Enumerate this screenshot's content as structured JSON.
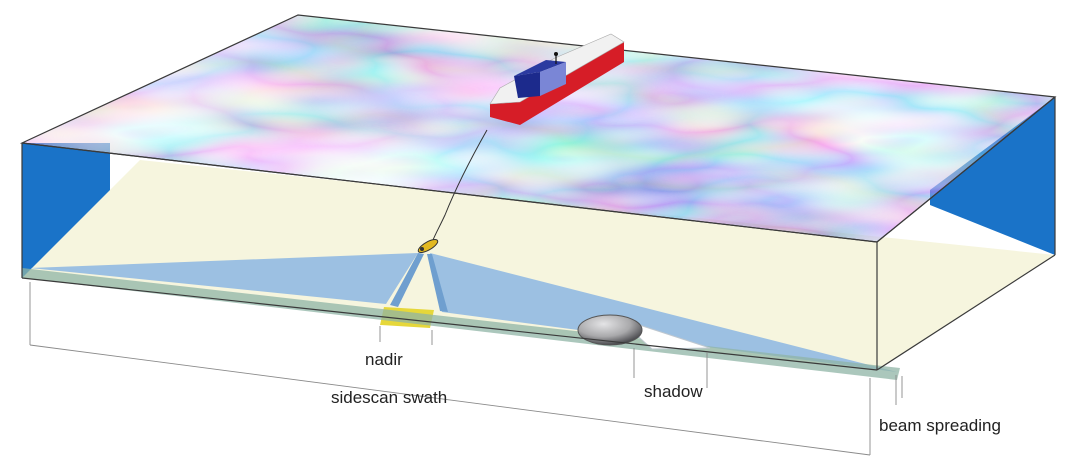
{
  "labels": {
    "nadir": "nadir",
    "sidescan_swath": "sidescan swath",
    "shadow": "shadow",
    "beam_spreading": "beam spreading"
  },
  "colors": {
    "water_top_light": "#e8ecf6",
    "water_top_dark": "#2c3c96",
    "water_side": "#1a73c8",
    "seafloor": "#f6f5de",
    "swath": "#9cc0e2",
    "swath_edge": "#6f9fcf",
    "nadir_patch": "#e6d73a",
    "boat_hull": "#d61d27",
    "boat_cabin": "#1c2a8c",
    "towfish": "#e2b820",
    "rock": "#a9a9ab"
  }
}
